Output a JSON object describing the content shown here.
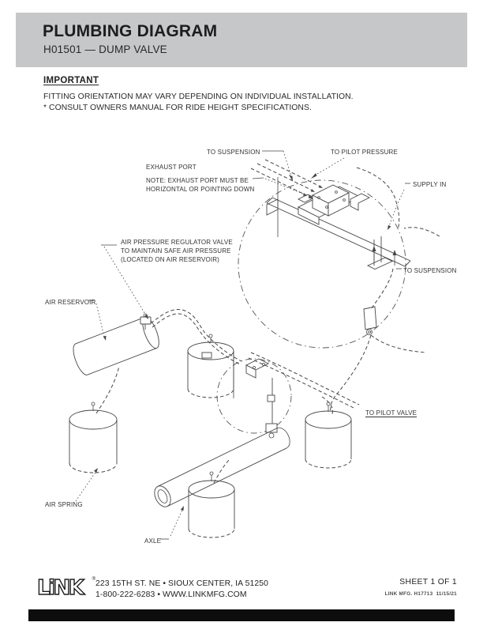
{
  "page": {
    "header": {
      "title": "PLUMBING DIAGRAM",
      "subtitle": "H01501 — DUMP VALVE",
      "bg_color": "#c6c7c9"
    },
    "notice": {
      "heading": "IMPORTANT",
      "line1": "FITTING ORIENTATION MAY VARY DEPENDING ON INDIVIDUAL INSTALLATION.",
      "line2": "* CONSULT OWNERS MANUAL FOR RIDE HEIGHT SPECIFICATIONS."
    },
    "diagram": {
      "line_color": "#464646",
      "labels": {
        "to_suspension_top": "TO SUSPENSION",
        "to_pilot_pressure": "TO PILOT PRESSURE",
        "exhaust_port": "EXHAUST PORT",
        "exhaust_note_line1": "NOTE: EXHAUST PORT MUST BE",
        "exhaust_note_line2": "HORIZONTAL OR POINTING DOWN",
        "supply_in": "SUPPLY IN",
        "to_suspension_right": "TO SUSPENSION",
        "regulator_line1": "AIR PRESSURE REGULATOR VALVE",
        "regulator_line2": "TO MAINTAIN SAFE AIR PRESSURE",
        "regulator_line3": "(LOCATED ON AIR RESERVOIR)",
        "air_reservoir": "AIR RESERVOIR",
        "to_pilot_valve": "TO PILOT VALVE",
        "air_spring": "AIR SPRING",
        "axle": "AXLE"
      }
    },
    "footer": {
      "logo_text": "LiNK",
      "logo_reg": "®",
      "address_line1": "223 15TH ST. NE • SIOUX CENTER, IA 51250",
      "address_line2": "1-800-222-6283 • WWW.LINKMFG.COM",
      "sheet_label": "SHEET 1 OF 1",
      "doc_ref": "LINK MFG. H17713  11/15/21",
      "bar_color": "#0d0d0d"
    }
  }
}
